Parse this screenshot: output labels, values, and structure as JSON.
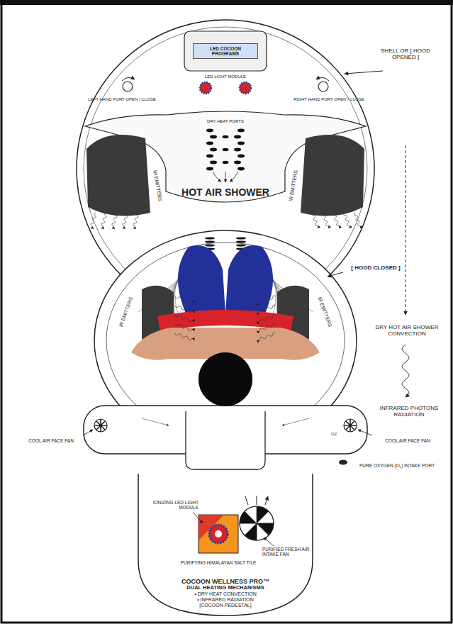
{
  "diagram": {
    "nodes": [
      {
        "text": [
          "LED COCOON PROGRAMS"
        ]
      },
      {
        "text": [
          "COCOON WELLNESS PRO™",
          "DUAL HEATING MECHANISMS",
          "• DRY HEAT CONVECTION",
          "• INFRARED RADIATION",
          "[COCOON PEDESTAL]"
        ]
      }
    ],
    "labels": [
      "SHELL OR [ HOOD OPENED ]",
      "LED LIGHT MODULE",
      "LEFT HAND PORT OPEN / CLOSE",
      "RIGHT HAND PORT OPEN / CLOSE",
      "DRY HEAT PORTS",
      "IR EMITTERS",
      "IR EMITTERS",
      "HOT AIR SHOWER",
      "[ HOOD CLOSED ]",
      "IR EMITTERS",
      "IR EMITTERS",
      "DRY HOT AIR SHOWER CONVECTION",
      "INFRARED PHOTONS RADIATION",
      "COOL AIR FACE FAN",
      "COOL AIR FACE FAN",
      "PURE OXYGEN (O₂) INTAKE PORT",
      "O2",
      "IONIZING LED LIGHT MODULE",
      "PURIFIED FRESH AIR INTAKE FAN",
      "PURIFYING HIMALAYAN SALT TILE"
    ]
  }
}
